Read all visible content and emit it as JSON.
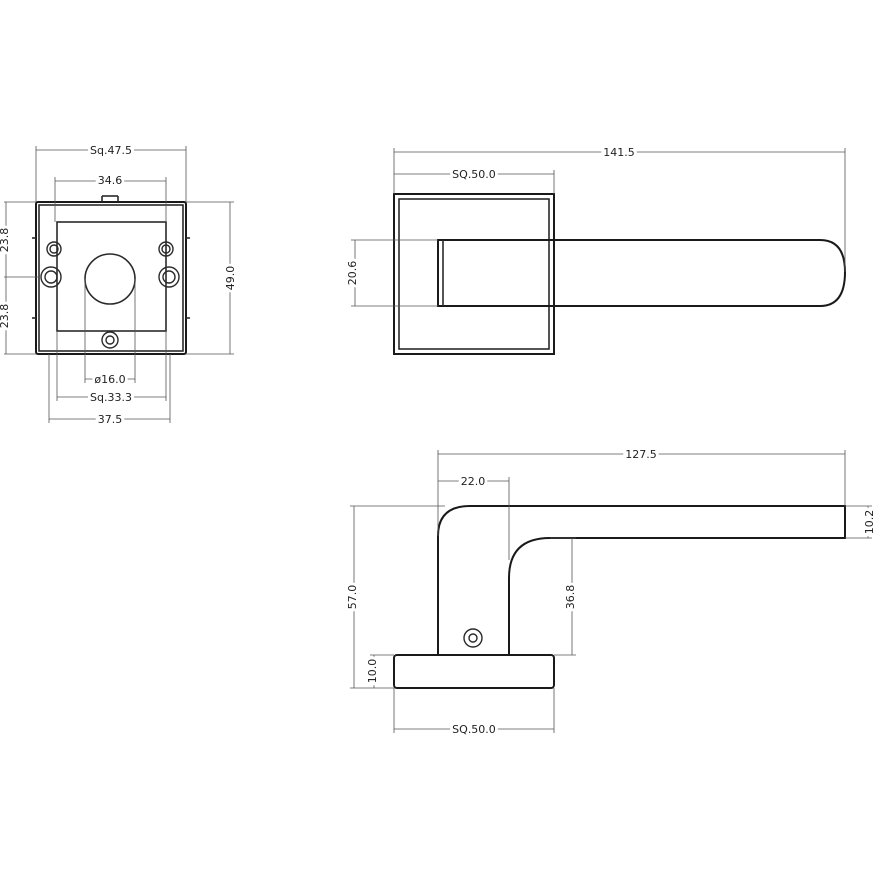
{
  "dimensions": {
    "front_sq_outer": "Sq.47.5",
    "front_inner_width": "34.6",
    "front_height": "49.0",
    "front_upper_half": "23.8",
    "front_lower_half": "23.8",
    "front_spindle_dia": "ø16.0",
    "front_sq_inner": "Sq.33.3",
    "front_base_width": "37.5",
    "top_overall_length": "141.5",
    "top_rose_square": "SQ.50.0",
    "top_lever_width": "20.6",
    "side_lever_length": "127.5",
    "side_neck_width": "22.0",
    "side_overall_height": "57.0",
    "side_lever_thickness": "10.2",
    "side_inner_height": "36.8",
    "side_rose_thickness": "10.0",
    "side_rose_square": "SQ.50.0"
  }
}
